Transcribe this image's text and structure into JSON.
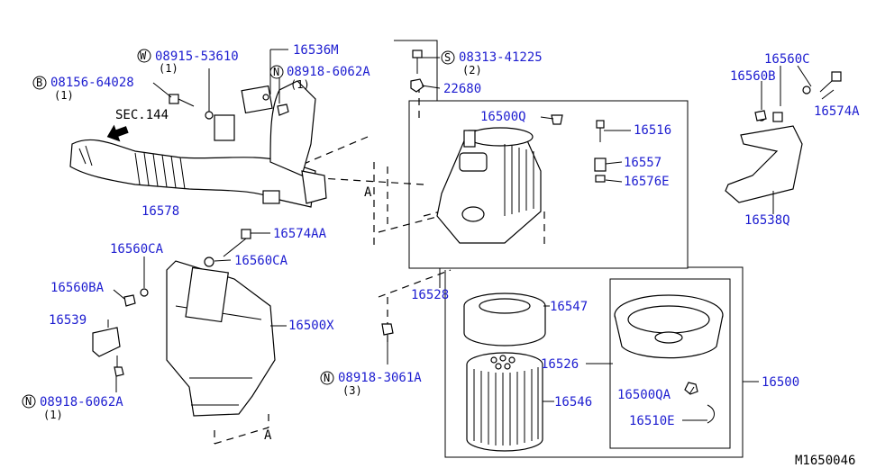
{
  "diagram_id": "M1650046",
  "section_ref": "SEC.144",
  "section_marker": "A",
  "labels": {
    "p08915": "08915-53610",
    "p08915_qty": "(1)",
    "p16536M": "16536M",
    "p08918a": "08918-6062A",
    "p08918a_qty": "(1)",
    "p08156": "08156-64028",
    "p08156_qty": "(1)",
    "p08313": "08313-41225",
    "p08313_qty": "(2)",
    "p22680": "22680",
    "p16500Q": "16500Q",
    "p16516": "16516",
    "p16557": "16557",
    "p16576E": "16576E",
    "p16578": "16578",
    "p16574AA": "16574AA",
    "p16560CA_top": "16560CA",
    "p16560CA": "16560CA",
    "p16560BA": "16560BA",
    "p16539": "16539",
    "p16500X": "16500X",
    "p08918b": "08918-6062A",
    "p08918b_qty": "(1)",
    "p08918c": "08918-3061A",
    "p08918c_qty": "(3)",
    "p16528": "16528",
    "p16547": "16547",
    "p16526": "16526",
    "p16546": "16546",
    "p16500QA": "16500QA",
    "p16510E": "16510E",
    "p16500": "16500",
    "p16560C": "16560C",
    "p16560B": "16560B",
    "p16574A": "16574A",
    "p16538Q": "16538Q"
  },
  "symbols": {
    "W": "W",
    "B": "B",
    "N": "N",
    "S": "S"
  }
}
